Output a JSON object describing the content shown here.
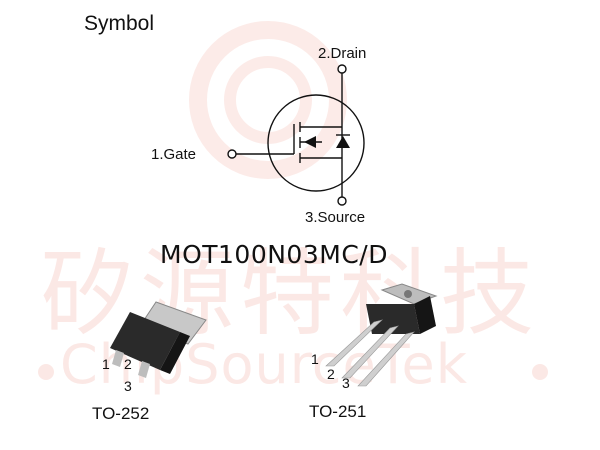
{
  "heading": "Symbol",
  "pins": {
    "drain": "2.Drain",
    "gate": "1.Gate",
    "source": "3.Source"
  },
  "part_number": "MOT100N03MC/D",
  "watermark": {
    "chinese": "矽源特科技",
    "english": "ChipSourceTek"
  },
  "packages": {
    "left": {
      "name": "TO-252",
      "pins": [
        "1",
        "2",
        "3"
      ]
    },
    "right": {
      "name": "TO-251",
      "pins": [
        "1",
        "2",
        "3"
      ]
    }
  },
  "colors": {
    "watermark": "#e87864",
    "line": "#111111",
    "package_body": "#2a2a2a",
    "tab_metal": "#c8c8c8"
  }
}
